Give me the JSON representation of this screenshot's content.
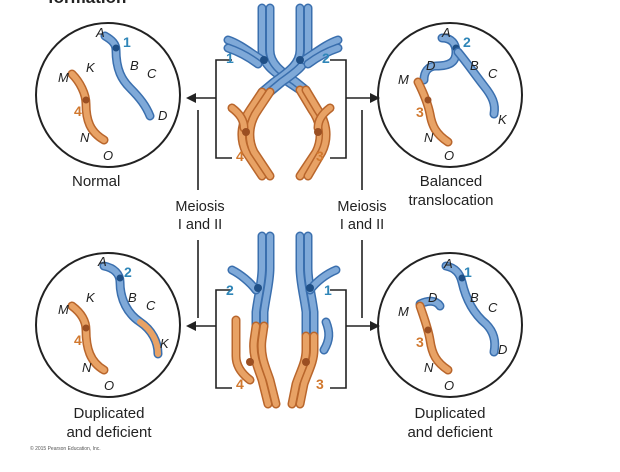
{
  "title": "formation",
  "meiosis_label_left": "Meiosis\nI and II",
  "meiosis_label_right": "Meiosis\nI and II",
  "panels": {
    "normal": {
      "caption": "Normal",
      "letters": [
        "A",
        "B",
        "C",
        "D",
        "M",
        "K",
        "N",
        "O"
      ],
      "centromeres": [
        "1",
        "4"
      ]
    },
    "balanced": {
      "caption": "Balanced\ntranslocation",
      "letters": [
        "A",
        "B",
        "C",
        "D",
        "M",
        "K",
        "N",
        "O"
      ],
      "centromeres": [
        "2",
        "3"
      ]
    },
    "dup_left": {
      "caption": "Duplicated\nand deficient",
      "letters": [
        "A",
        "B",
        "C",
        "K",
        "M",
        "K",
        "N",
        "O"
      ],
      "centromeres": [
        "2",
        "4"
      ]
    },
    "dup_right": {
      "caption": "Duplicated\nand deficient",
      "letters": [
        "A",
        "D",
        "B",
        "C",
        "M",
        "D",
        "N",
        "O"
      ],
      "centromeres": [
        "1",
        "3"
      ]
    }
  },
  "center_top_numbers": [
    "1",
    "2",
    "4",
    "3"
  ],
  "center_bottom_numbers": [
    "2",
    "1",
    "4",
    "3"
  ],
  "copyright": "© 2015 Pearson Education, Inc.",
  "colors": {
    "blue": "#7fa9d8",
    "blue_dark": "#3a6fae",
    "orange": "#e8a265",
    "orange_dark": "#b9662c",
    "centromere": "#1f4f86",
    "centromere_orange": "#9b4f22",
    "number_blue": "#2f86b8",
    "number_orange": "#d1782e"
  }
}
